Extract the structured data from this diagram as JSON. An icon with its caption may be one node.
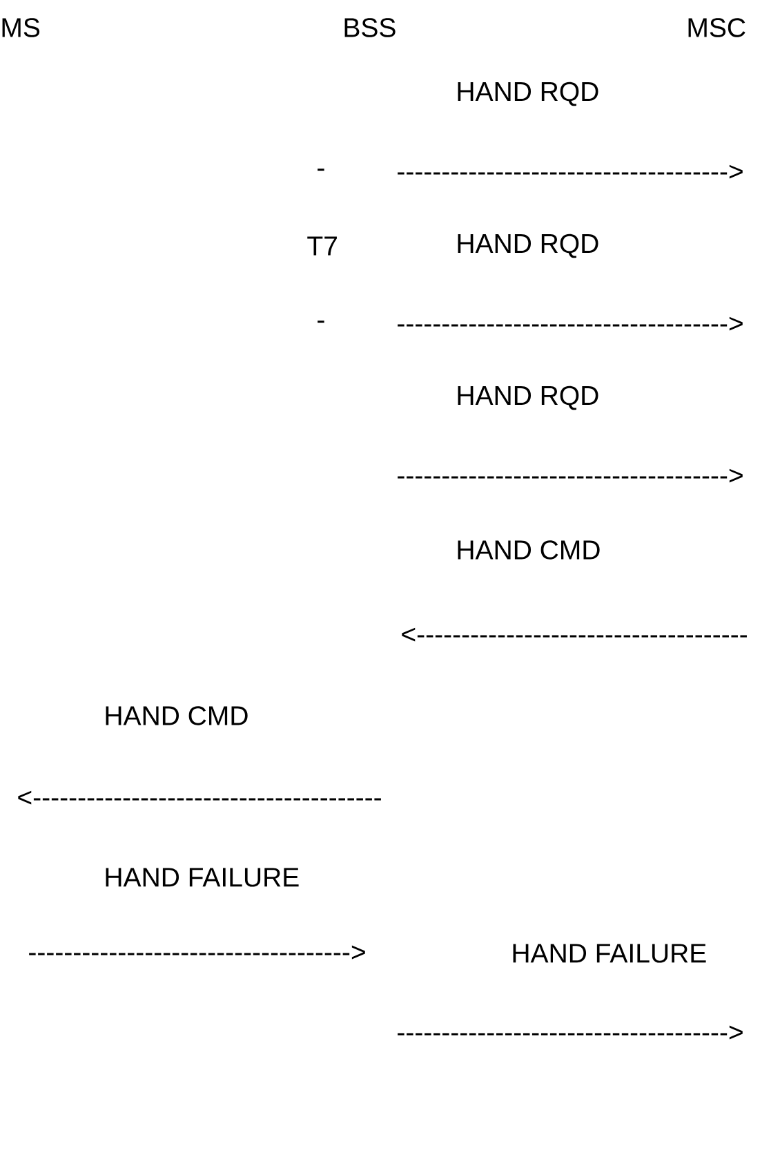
{
  "diagram": {
    "labels": [
      "MS",
      "BSS",
      "MSC",
      "HAND RQD",
      "-",
      "------------------------------------->",
      "T7",
      "HAND RQD",
      "-",
      "------------------------------------->",
      "HAND RQD",
      "------------------------------------->",
      "HAND CMD",
      "<-------------------------------------",
      "HAND CMD",
      "<---------------------------------------",
      "HAND FAILURE",
      "------------------------------------>",
      "HAND FAILURE",
      "------------------------------------->"
    ]
  }
}
